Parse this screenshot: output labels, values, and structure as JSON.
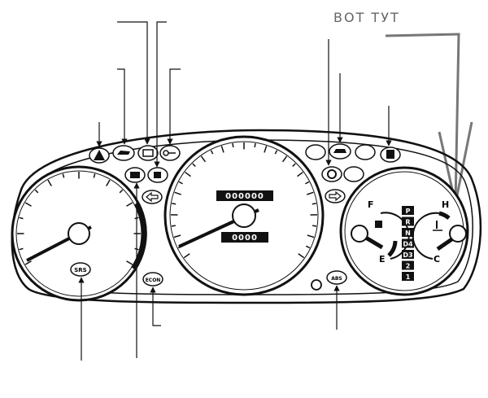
{
  "annotation": {
    "text": "ВОТ ТУТ",
    "color": "#666666"
  },
  "odometer": {
    "total": "000000",
    "trip": "0000"
  },
  "fuel_gauge": {
    "full_label": "F",
    "empty_label": "E"
  },
  "temp_gauge": {
    "hot_label": "H",
    "cold_label": "C"
  },
  "gear_indicator": {
    "positions": [
      "P",
      "R",
      "N",
      "D4",
      "D3",
      "2",
      "1"
    ]
  },
  "indicators": {
    "srs": "SRS",
    "econ": "ECON",
    "abs": "ABS"
  },
  "colors": {
    "ink": "#111111",
    "annotation": "#666666",
    "background": "#ffffff"
  }
}
